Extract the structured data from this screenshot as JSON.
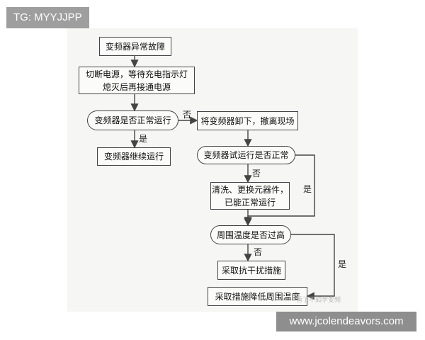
{
  "badge": "TG: MYYJJPP",
  "watermark": "www.jcolendeavors.com",
  "faint_mark": "看了不如学变频",
  "nodes": {
    "n1": "变频器异常故障",
    "n2_l1": "切断电源，等待充电指示灯",
    "n2_l2": "熄灭后再接通电源",
    "n3": "变频器是否正常运行",
    "n4": "变频器继续运行",
    "n5": "将变频器卸下，撤离现场",
    "n6": "变频器试运行是否正常",
    "n7_l1": "清洗、更换元器件，",
    "n7_l2": "已能正常运行",
    "n8": "周围温度是否过高",
    "n9": "采取抗干扰措施",
    "n10": "采取措施降低周围温度"
  },
  "labels": {
    "no1": "否",
    "yes1": "是",
    "no2": "否",
    "yes2": "是",
    "no3": "否",
    "yes3": "是"
  }
}
